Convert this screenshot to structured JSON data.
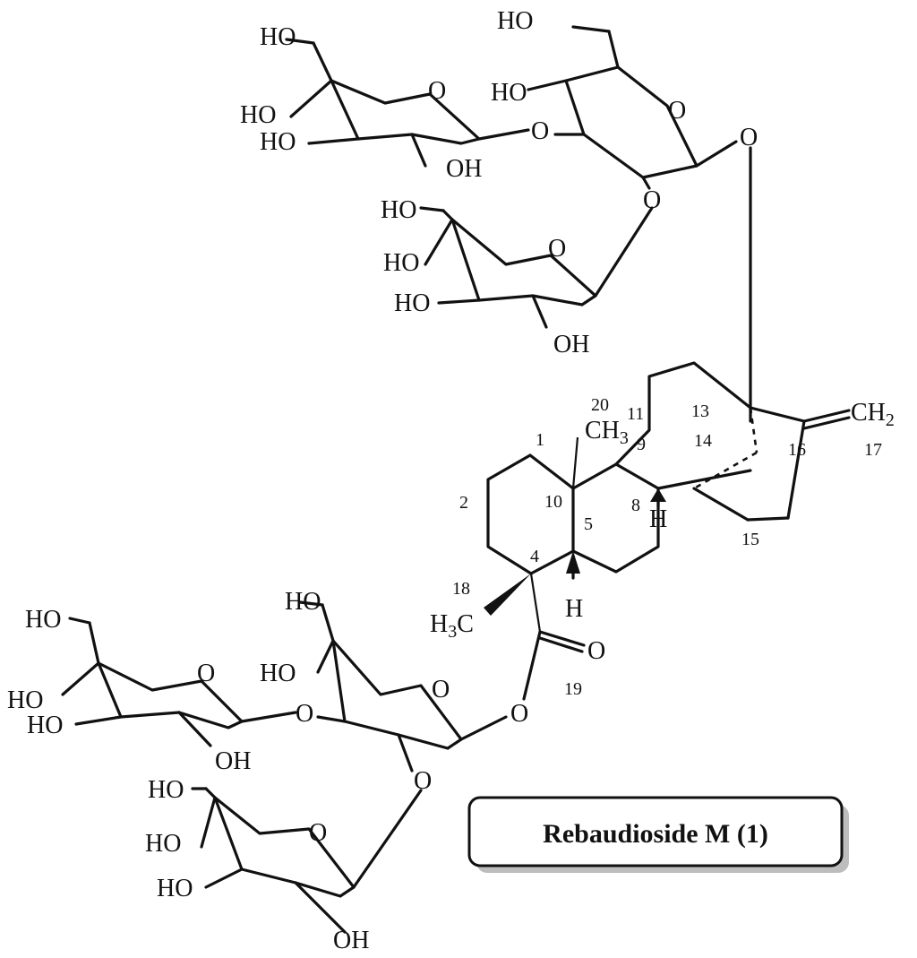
{
  "compound_name": "Rebaudioside M  (1)",
  "atoms": {
    "ho": "HO",
    "oh": "OH",
    "o": "O",
    "h": "H",
    "ch3": "CH",
    "ch3_sub": "3",
    "h3c_h": "H",
    "h3c_sub": "3",
    "h3c_c": "C",
    "ch2": "CH",
    "ch2_sub": "2"
  },
  "carbon_numbers": {
    "c1": "1",
    "c2": "2",
    "c4": "4",
    "c5": "5",
    "c8": "8",
    "c9": "9",
    "c10": "10",
    "c11": "11",
    "c13": "13",
    "c14": "14",
    "c15": "15",
    "c16": "16",
    "c17": "17",
    "c18": "18",
    "c19": "19",
    "c20": "20"
  }
}
